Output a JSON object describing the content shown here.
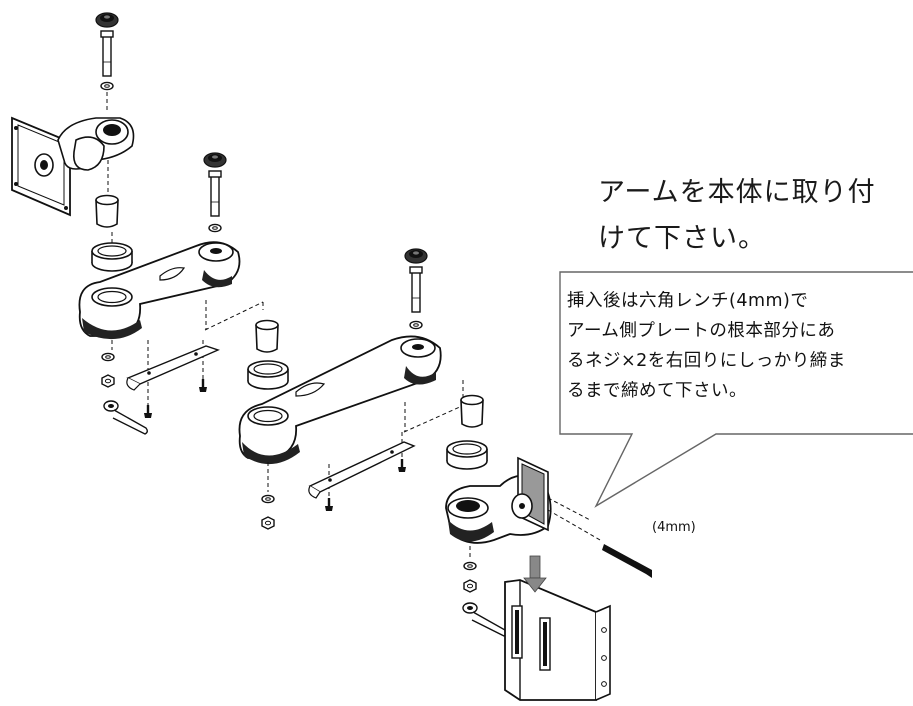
{
  "heading": {
    "line1": "アームを本体に取り付",
    "line2": "けて下さい。"
  },
  "callout": {
    "line1": "挿入後は六角レンチ(4mm)で",
    "line2": "アーム側プレートの根本部分にあ",
    "line3": "るネジ×2を右回りにしっかり締ま",
    "line4": "るまで締めて下さい。"
  },
  "wrench_label": "(4mm)",
  "colors": {
    "line": "#1a1a1a",
    "part_fill": "#ffffff",
    "shade": "#2a2a2a",
    "accent": "#9a9a9a"
  }
}
